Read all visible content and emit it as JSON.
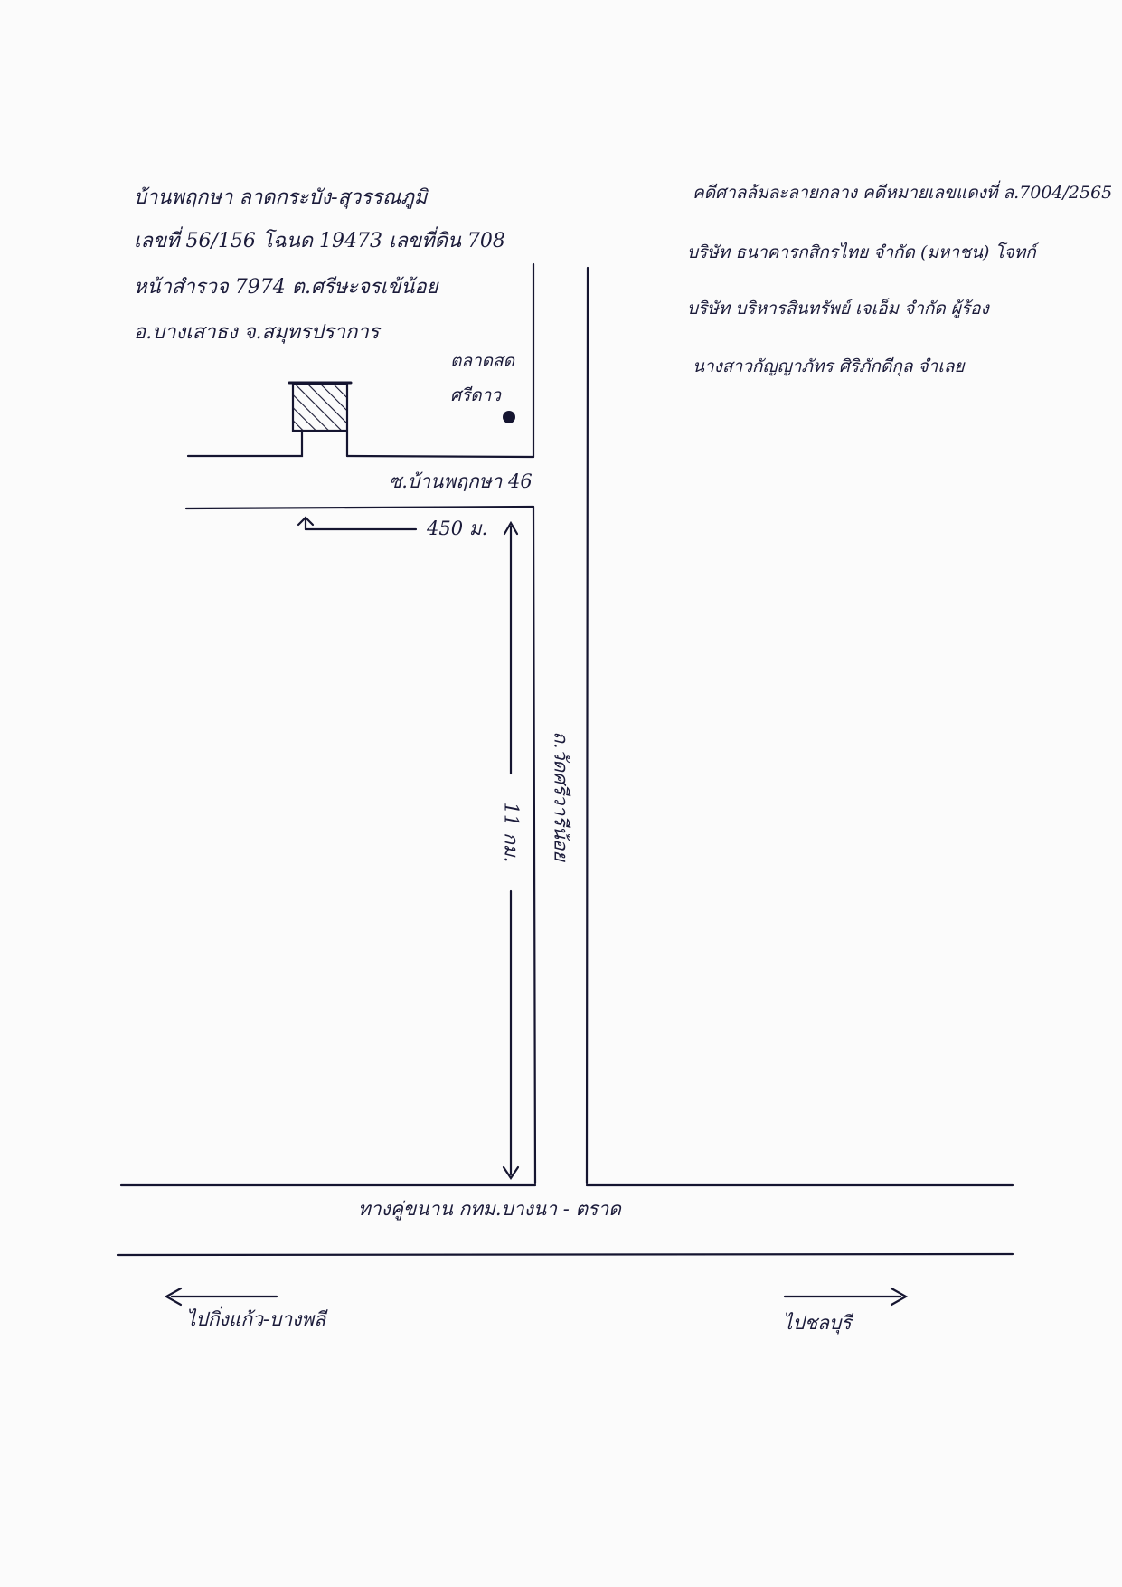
{
  "property_info": {
    "line1": "บ้านพฤกษา ลาดกระบัง-สุวรรณภูมิ",
    "line2": "เลขที่ 56/156 โฉนด 19473 เลขที่ดิน 708",
    "line3": "หน้าสำรวจ 7974 ต.ศรีษะจรเข้น้อย",
    "line4": "อ.บางเสาธง จ.สมุทรปราการ"
  },
  "court_info": {
    "line1": "คดีศาลล้มละลายกลาง คดีหมายเลขแดงที่ ล.7004/2565",
    "line2": "บริษัท ธนาคารกสิกรไทย จำกัด (มหาชน) โจทก์",
    "line3": "บริษัท บริหารสินทรัพย์ เจเอ็ม จำกัด ผู้ร้อง",
    "line4": "นางสาวกัญญาภัทร ศิริภักดีกุล จำเลย"
  },
  "landmarks": {
    "market_line1": "ตลาดสด",
    "market_line2": "ศรีดาว"
  },
  "roads": {
    "soi": "ซ.บ้านพฤกษา 46",
    "main_road": "ถ.วัดศรีวารีน้อย",
    "highway": "ทางคู่ขนาน กทม.บางนา - ตราด"
  },
  "distances": {
    "soi_distance": "450 ม.",
    "road_distance": "11 กม."
  },
  "directions": {
    "left": "ไปกิ่งแก้ว-บางพลี",
    "right": "ไปชลบุรี"
  }
}
